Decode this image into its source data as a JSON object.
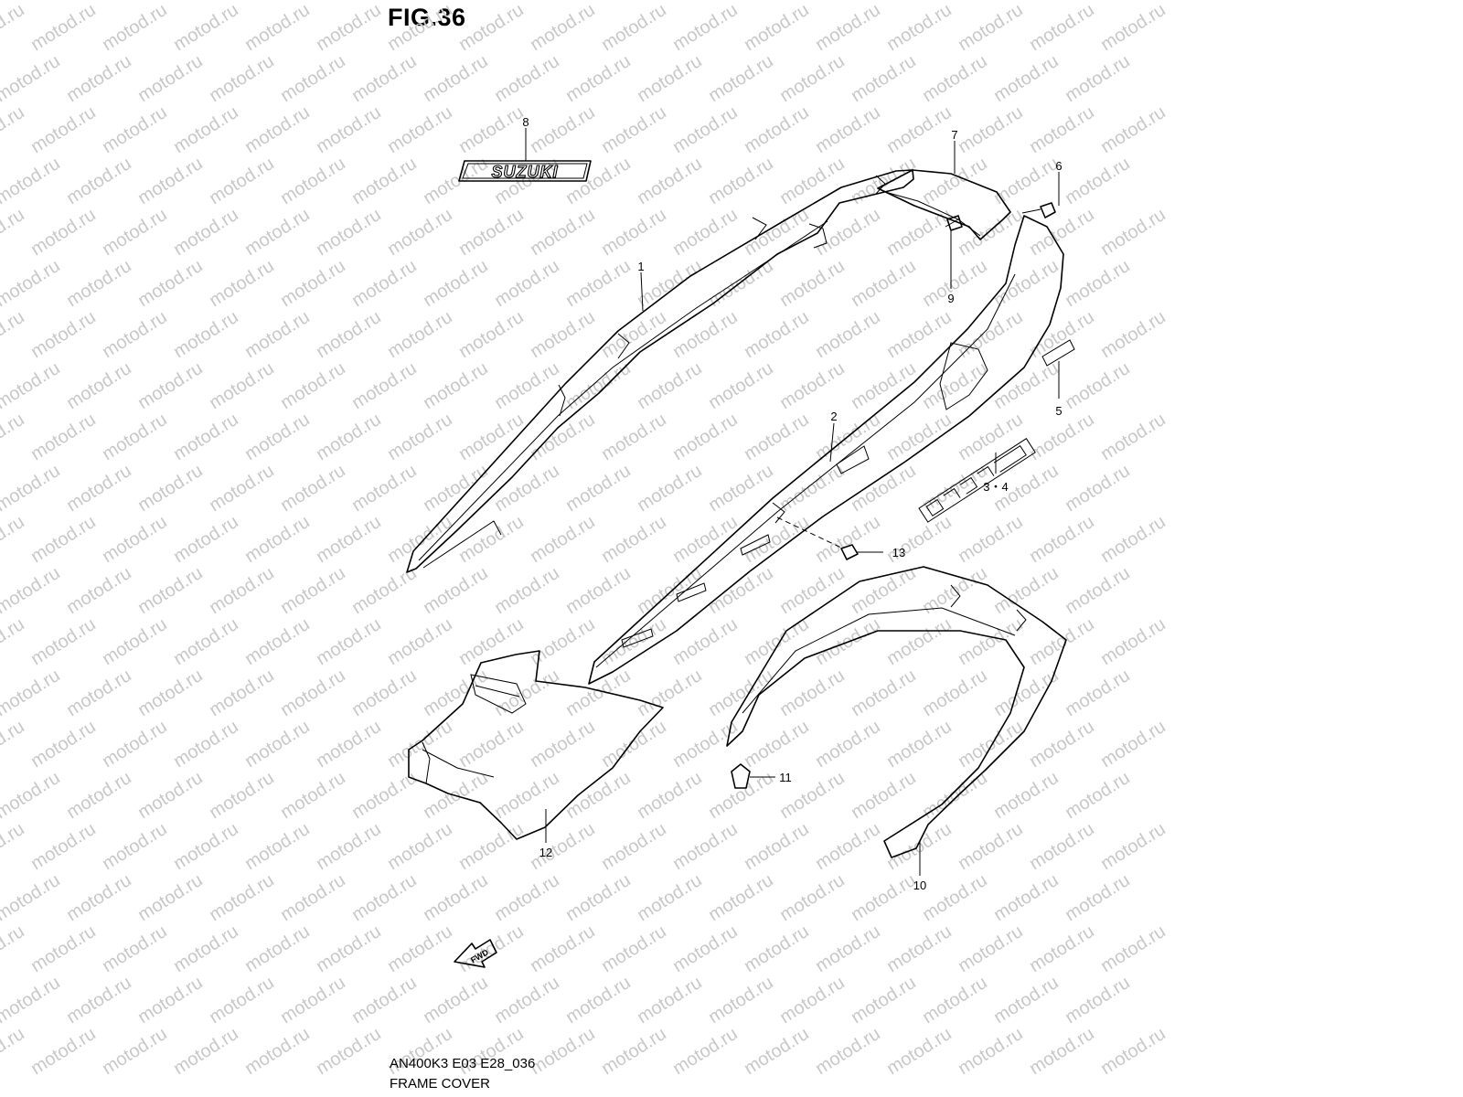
{
  "figure_title": "FIG.36",
  "model_code": "AN400K3 E03 E28_036",
  "section_title": "FRAME COVER",
  "watermark_text": "motod.ru",
  "emblem_text": "SUZUKI",
  "fwd_label": "FWD",
  "callouts": {
    "c1": "1",
    "c2": "2",
    "c3_4": "3・4",
    "c5": "5",
    "c6": "6",
    "c7": "7",
    "c8": "8",
    "c9": "9",
    "c10": "10",
    "c11": "11",
    "c12": "12",
    "c13": "13"
  },
  "colors": {
    "background": "#ffffff",
    "line": "#000000",
    "watermark": "#c8c8c8"
  }
}
